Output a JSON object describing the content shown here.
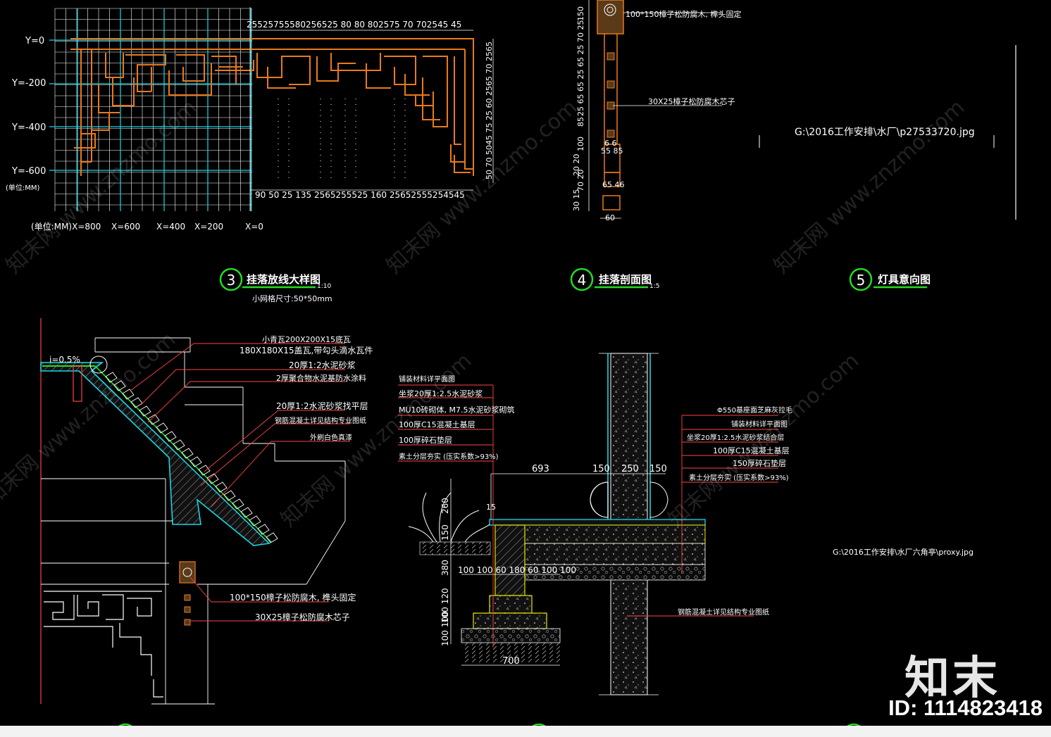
{
  "detail3": {
    "num": "3",
    "title": "挂落放线大样图",
    "scale": "1:10",
    "note": "小网格尺寸:50*50mm",
    "y_labels": [
      "Y=0",
      "Y=-200",
      "Y=-400",
      "Y=-600"
    ],
    "unit": "(单位:MM)",
    "x_labels": [
      "(单位:MM)X=800",
      "X=600",
      "X=400",
      "X=200",
      "X=0"
    ],
    "top_dims": "25525755580256525 80 80 802575 70 702545 45",
    "bottom_dims": "90 50 25 135 2565255525 160 25652555254545",
    "right_dims": "50 70 5045 75 25 60 2565 70 2565"
  },
  "detail4": {
    "num": "4",
    "title": "挂落剖面图",
    "scale": "1:5",
    "label_top": "100*150樟子松防腐木, 榫头固定",
    "label_mid": "30X25樟子松防腐木芯子",
    "vdims": [
      "150",
      "25 65 65 25 65 25 70 25",
      "85",
      "100",
      "20 20",
      "70 20",
      "30 15"
    ],
    "d1": "55 85",
    "d2": "65 46",
    "d3": "60",
    "d4": "6 6"
  },
  "detail5": {
    "num": "5",
    "title": "灯具意向图",
    "path": "G:\\2016工作安排\\水厂\\p27533720.jpg"
  },
  "roof_section": {
    "slope": "i=0.5%",
    "labels": [
      "小青瓦200X200X15底瓦",
      "180X180X15盖瓦,带勾头滴水瓦件",
      "20厚1:2水泥砂浆",
      "2厚聚合物水泥基防水涂料",
      "20厚1:2水泥砂浆找平层",
      "钢筋混凝土详见结构专业图纸",
      "外刷白色真漆"
    ],
    "label_beam": "100*150樟子松防腐木, 榫头固定",
    "label_core": "30X25樟子松防腐木芯子"
  },
  "paving_section": {
    "left_labels": [
      "铺装材料详平面图",
      "坐浆20厚1:2.5水泥砂浆",
      "MU10砖砌体, M7.5水泥砂浆砌筑",
      "100厚C15混凝土基层",
      "100厚碎石垫层",
      "素土分层夯实 (压实系数>93%)"
    ],
    "right_labels": [
      "Φ550基座面芝麻灰拉毛",
      "铺装材料详平面图",
      "坐浆20厚1:2.5水泥砂浆结合层",
      "100厚C15混凝土基层",
      "150厚碎石垫层",
      "素土分层夯实 (压实系数>93%)"
    ],
    "column_note": "钢筋混凝土详见结构专业图纸",
    "dims_top": [
      "693",
      "150",
      "250",
      "150"
    ],
    "dims_left": [
      "260",
      "150",
      "380",
      "100 120",
      "100 100"
    ],
    "dims_small": "100 100 60 180 60 100 100",
    "dim_15": "15",
    "dim_base": "700"
  },
  "path_right": "G:\\2016工作安排\\水厂六角亭\\proxy.jpg",
  "watermark": {
    "text": "知末网 www.znzmo.com",
    "brand": "知末",
    "id": "ID: 1114823418"
  }
}
